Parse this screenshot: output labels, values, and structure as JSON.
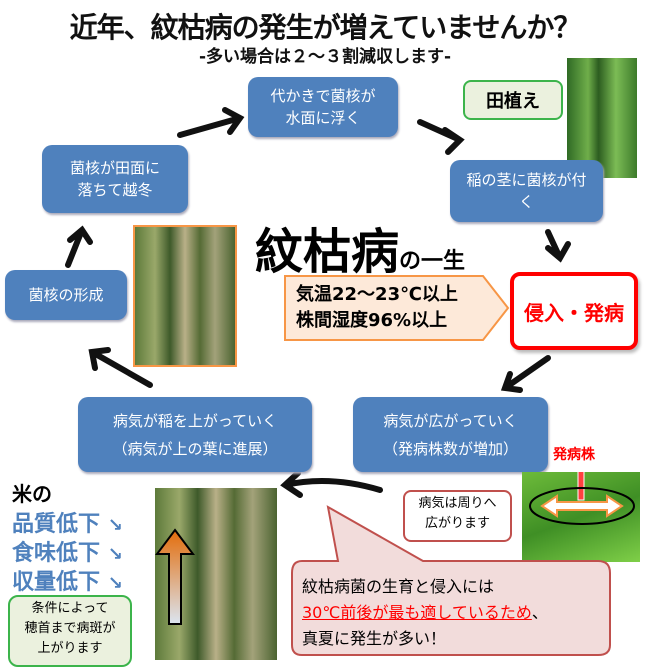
{
  "title": "近年、紋枯病の発生が増えていませんか？",
  "subtitle": "-多い場合は２～３割減収します-",
  "center_title": {
    "main": "紋枯病",
    "suffix": "の一生"
  },
  "cycle": {
    "float": "代かきで菌核が水面に浮く",
    "planting": "田植え",
    "attach": "稲の茎に菌核が付く",
    "winter_1": "菌核が田面に",
    "winter_2": "落ちて越冬",
    "form": "菌核の形成",
    "condition_1": "気温22～23℃以上",
    "condition_2": "株間湿度96%以上",
    "infect": "侵入・発病",
    "spread_1": "病気が広がっていく",
    "spread_2": "（発病株数が増加）",
    "climb_1": "病気が稲を上がっていく",
    "climb_2": "（病気が上の葉に進展）"
  },
  "spread_photo": {
    "label": "発病株",
    "bubble_1": "病気は周りへ",
    "bubble_2": "広がります"
  },
  "rice": {
    "heading": "米の",
    "items": [
      "品質低下",
      "食味低下",
      "収量低下"
    ]
  },
  "ear_bubble": [
    "条件によって",
    "穂首まで病斑が",
    "上がります"
  ],
  "callout": {
    "line1": "紋枯病菌の生育と侵入には",
    "line2_red": "30℃前後が最も適しているため",
    "line2_tail": "、",
    "line3": "真夏に発生が多い！"
  },
  "colors": {
    "box": "#4f81bd",
    "red": "#ff0000",
    "callout_bg": "#f2dcdb"
  }
}
